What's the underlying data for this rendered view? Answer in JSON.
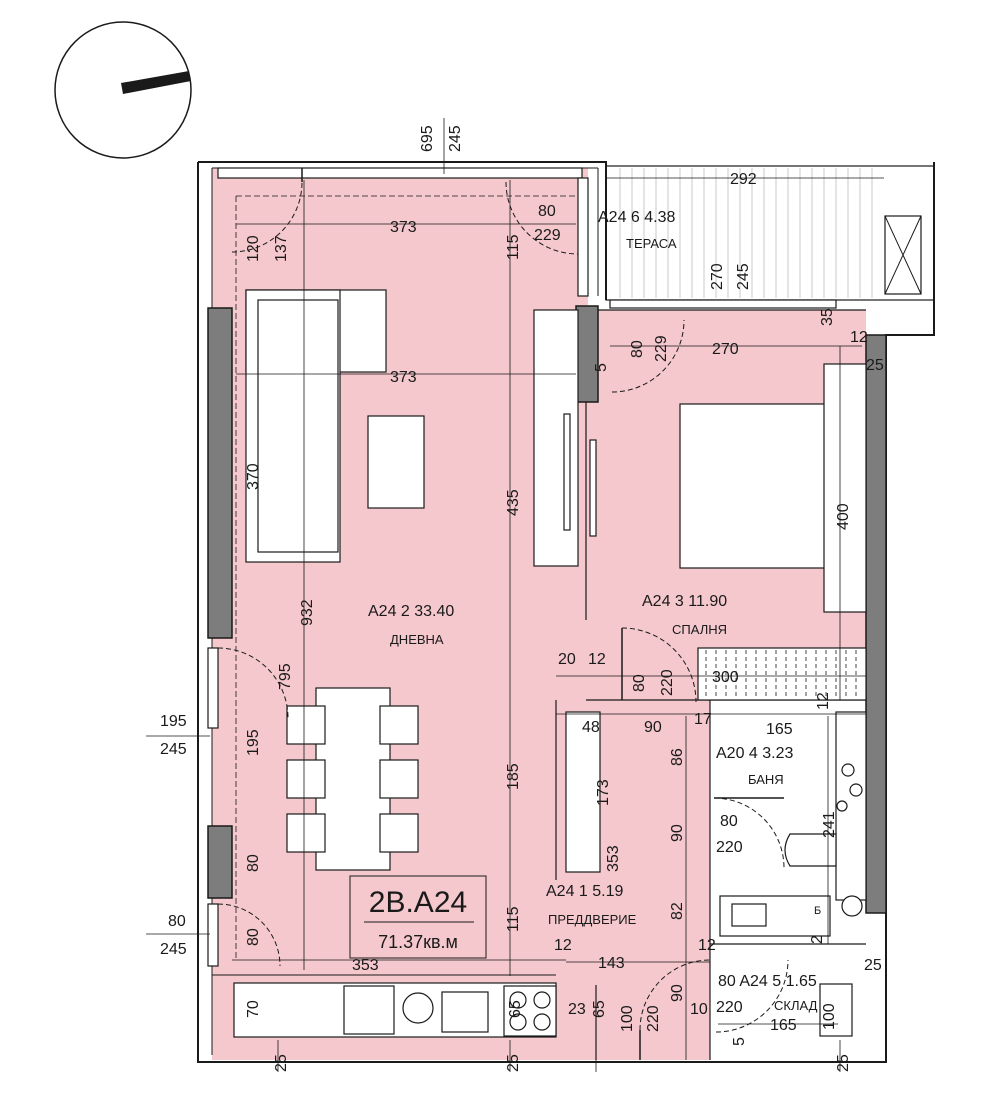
{
  "colors": {
    "room_fill": "#f4c8cc",
    "wall": "#1a1a1a",
    "wall_shade": "#7d7d7d",
    "line": "#1a1a1a"
  },
  "apartment": {
    "code": "2B.A24",
    "area": "71.37кв.м"
  },
  "rooms": {
    "terrace": {
      "label": "A24 6 4.38",
      "name": "ТЕРАСА"
    },
    "living": {
      "label": "A24 2 33.40",
      "name": "ДНЕВНА"
    },
    "bedroom": {
      "label": "A24 3 11.90",
      "name": "СПАЛНЯ"
    },
    "bath": {
      "label": "A20 4 3.23",
      "name": "БАНЯ"
    },
    "hall": {
      "label": "A24 1   5.19",
      "name": "ПРЕДДВЕРИЕ"
    },
    "storage": {
      "label": "80 A24 5 1.65",
      "name": "СКЛАД"
    }
  },
  "dimensions": {
    "top_695": "695",
    "top_245": "245",
    "terrace_292": "292",
    "liv_373a": "373",
    "liv_373b": "373",
    "door_80a": "80",
    "door_229a": "229",
    "v_120": "120",
    "v_137": "137",
    "v_115a": "115",
    "ter_270": "270",
    "ter_245": "245",
    "v_35": "35",
    "v_12a": "12",
    "h_25a": "25",
    "door_80b": "80",
    "door_229b": "229",
    "bed_270": "270",
    "v_5": "5",
    "v_370": "370",
    "v_435": "435",
    "v_400": "400",
    "v_932": "932",
    "v_795": "795",
    "h_20": "20",
    "h_12b": "12",
    "door_80c": "80",
    "door_220a": "220",
    "wardrobe_300": "300",
    "win_195a": "195",
    "win_245a": "245",
    "v_195b": "195",
    "h_48": "48",
    "h_90a": "90",
    "h_17": "17",
    "h_165a": "165",
    "v_12c": "12",
    "v_86": "86",
    "v_173": "173",
    "v_185": "185",
    "v_90b": "90",
    "door_80d": "80",
    "door_220b": "220",
    "v_241": "241",
    "v_80a": "80",
    "v_353a": "353",
    "v_115b": "115",
    "v_82": "82",
    "win_80": "80",
    "win_245b": "245",
    "v_80b": "80",
    "h_12d": "12",
    "h_12e": "12",
    "h_353b": "353",
    "h_143": "143",
    "h_25b": "25",
    "v_70": "70",
    "v_65a": "65",
    "h_23": "23",
    "v_65b": "65",
    "v_100a": "100",
    "door_220c": "220",
    "v_90c": "90",
    "h_10": "10",
    "door_220d": "220",
    "h_165b": "165",
    "v_100b": "100",
    "v_5b": "5",
    "h_25c": "25",
    "h_25d": "25",
    "h_25e": "25",
    "v_2": "2",
    "sink_b": "Б"
  }
}
